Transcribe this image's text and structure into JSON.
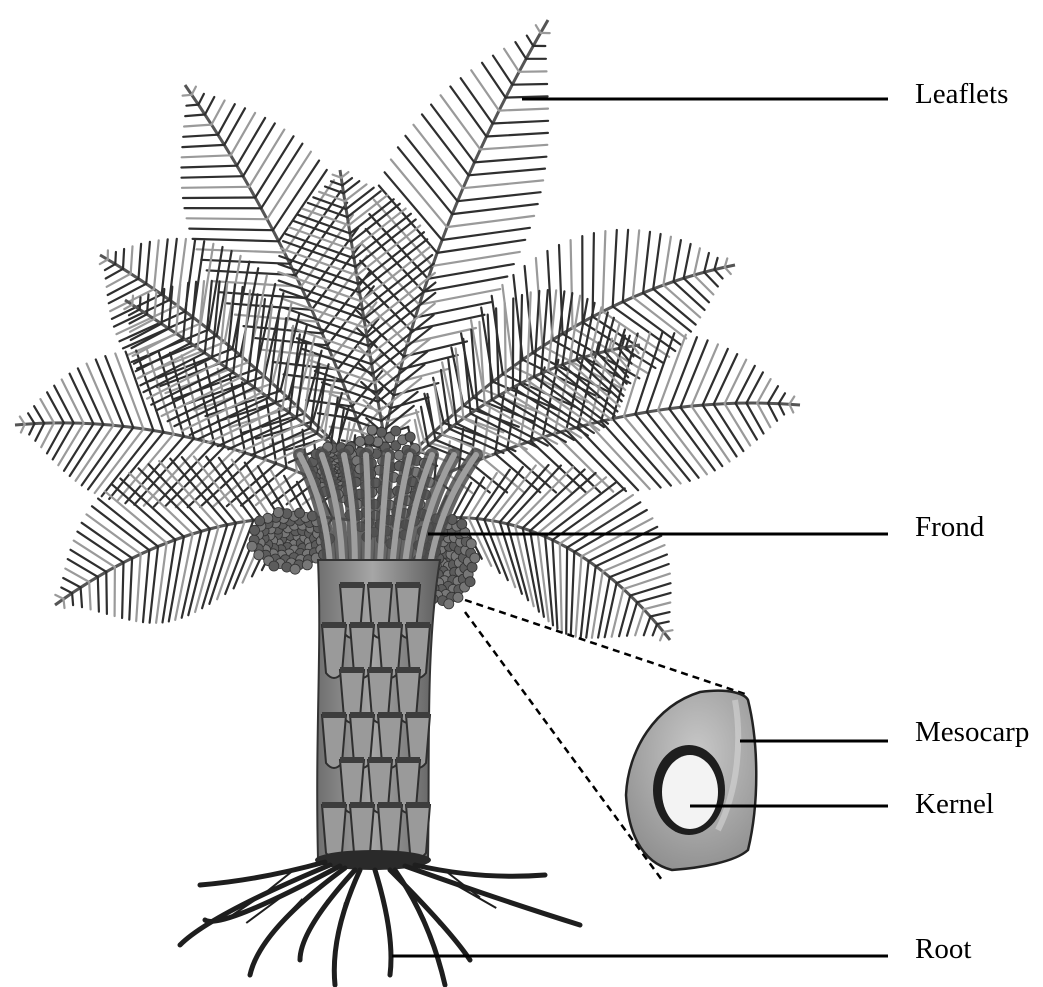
{
  "labels": {
    "leaflets": "Leaflets",
    "frond": "Frond",
    "mesocarp": "Mesocarp",
    "kernel": "Kernel",
    "root": "Root"
  },
  "colors": {
    "background": "#ffffff",
    "leaf": "#2f2f2f",
    "leaf_highlight": "#9a9a9a",
    "trunk": "#8e8e8e",
    "trunk_dark": "#3a3a3a",
    "fruit_cluster": "#6b6b6b",
    "mesocarp": "#a9a9a9",
    "kernel": "#f2f2f2",
    "root": "#1e1e1e",
    "leader_line": "#000000"
  },
  "icons": {
    "tree": "oil-palm-tree-illustration",
    "fruit": "fruit-cross-section"
  }
}
